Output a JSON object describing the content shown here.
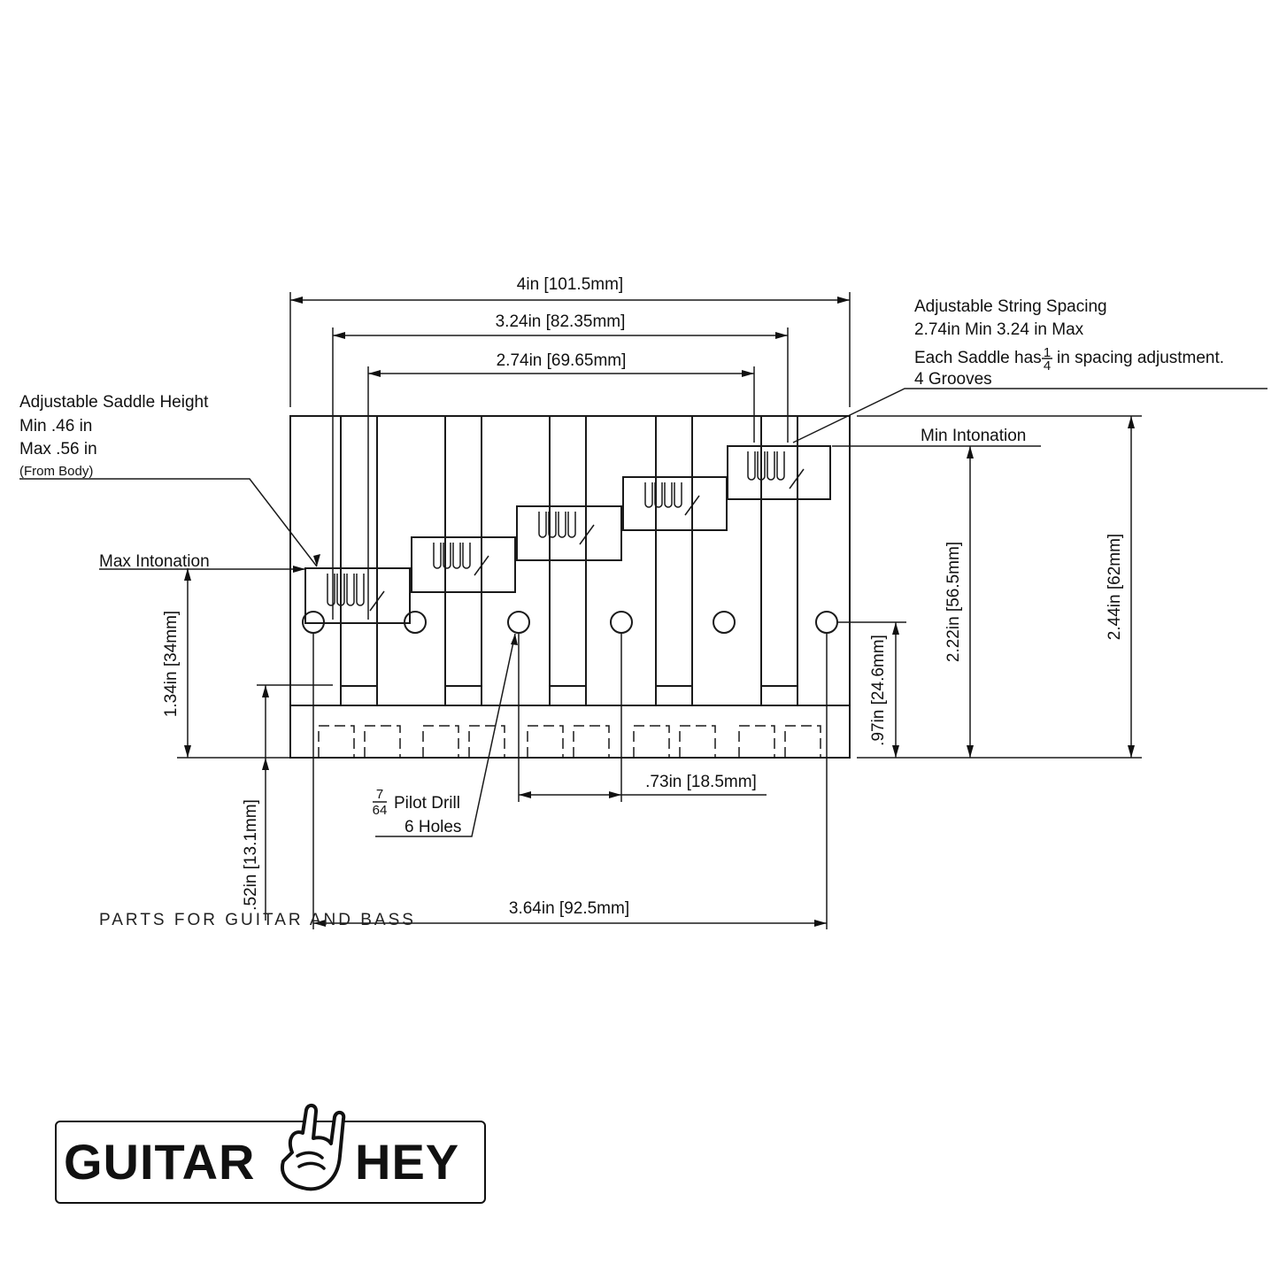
{
  "dimensions": {
    "overall_width": "4in [101.5mm]",
    "outer_string_spacing": "3.24in [82.35mm]",
    "inner_string_spacing": "2.74in [69.65mm]",
    "overall_height": "2.44in [62mm]",
    "min_intonation_height": "2.22in [56.5mm]",
    "hole_height": ".97in [24.6mm]",
    "max_intonation_height": "1.34in [34mm]",
    "front_lip": ".52in [13.1mm]",
    "hole_spacing": ".73in [18.5mm]",
    "outer_holes": "3.64in [92.5mm]"
  },
  "notes": {
    "string_spacing": {
      "title": "Adjustable String Spacing",
      "line2": "2.74in Min 3.24 in Max",
      "line3_prefix": "Each Saddle has",
      "fraction_num": "1",
      "fraction_den": "4",
      "line3_suffix": "in spacing adjustment.",
      "line4": "4 Grooves"
    },
    "saddle_height": {
      "title": "Adjustable Saddle Height",
      "min": "Min .46 in",
      "max": "Max .56 in",
      "ref": "(From Body)"
    },
    "min_intonation": "Min Intonation",
    "max_intonation": "Max Intonation",
    "pilot_drill": {
      "fraction_num": "7",
      "fraction_den": "64",
      "label": "Pilot Drill",
      "count": "6 Holes"
    }
  },
  "logo": {
    "word_left": "GUITAR",
    "word_right": "HEY",
    "tagline": "PARTS FOR GUITAR AND BASS"
  }
}
